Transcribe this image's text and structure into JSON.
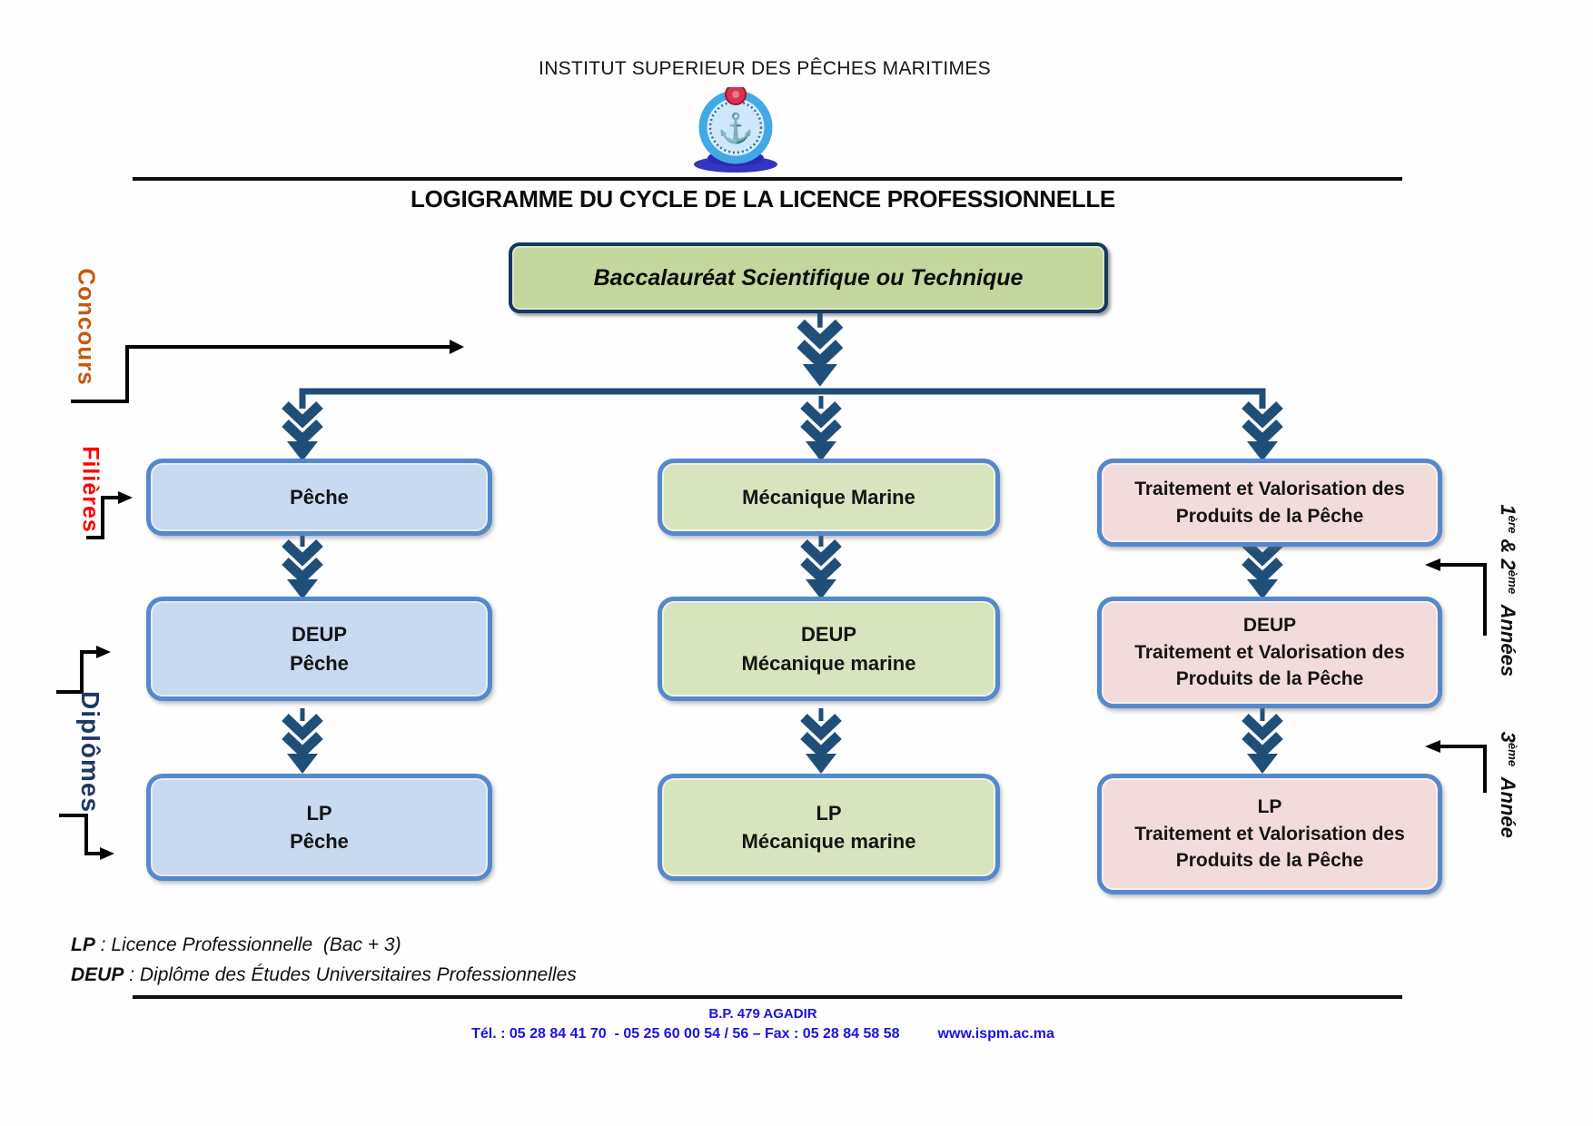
{
  "header": {
    "institute": "INSTITUT SUPERIEUR DES PÊCHES MARITIMES",
    "title": "LOGIGRAMME DU CYCLE DE LA LICENCE PROFESSIONNELLE"
  },
  "logo": {
    "anchor_icon": "⚓"
  },
  "colors": {
    "navy": "#1F4E79",
    "bacBorder": "#17375E",
    "boxBorder": "#5588CC",
    "blueFill": "#C8D9F0",
    "greenFill": "#D8E4BE",
    "bacFill": "#C3D69B",
    "pinkFill": "#F2DCDB",
    "concours": "#C45911",
    "filieres": "#FF0000",
    "diplomes": "#1F3864",
    "footerBlue": "#1B14DC"
  },
  "flow": {
    "bac": "Baccalauréat Scientifique ou Technique",
    "columns": [
      {
        "filiere": [
          "Pêche"
        ],
        "deup": [
          "DEUP",
          "Pêche"
        ],
        "lp": [
          "LP",
          "Pêche"
        ]
      },
      {
        "filiere": [
          "Mécanique Marine"
        ],
        "deup": [
          "DEUP",
          "Mécanique marine"
        ],
        "lp": [
          "LP",
          "Mécanique marine"
        ]
      },
      {
        "filiere": [
          "Traitement et Valorisation des",
          "Produits de la Pêche"
        ],
        "deup": [
          "DEUP",
          "Traitement et Valorisation des",
          "Produits de la Pêche"
        ],
        "lp": [
          "LP",
          "Traitement et Valorisation des",
          "Produits de la Pêche"
        ]
      }
    ]
  },
  "side_labels": {
    "concours": "Concours",
    "filieres": "Filières",
    "diplomes": "Diplômes",
    "years12": {
      "p1": "1",
      "s1": "ère",
      "p2": " & 2",
      "s2": "ème",
      "p3": "  Années"
    },
    "year3": {
      "p1": "3",
      "s1": "ème",
      "p2": "  Année"
    }
  },
  "legend": [
    {
      "term": "LP",
      "rest": " : Licence Professionnelle  (Bac + 3)"
    },
    {
      "term": "DEUP",
      "rest": " : Diplôme des Études Universitaires Professionnelles"
    }
  ],
  "footer": {
    "bp": "B.P. 479 AGADIR",
    "tel": "Tél. : 05 28 84 41 70  - 05 25 60 00 54 / 56 – Fax : 05 28 84 58 58",
    "site": "www.ispm.ac.ma"
  }
}
